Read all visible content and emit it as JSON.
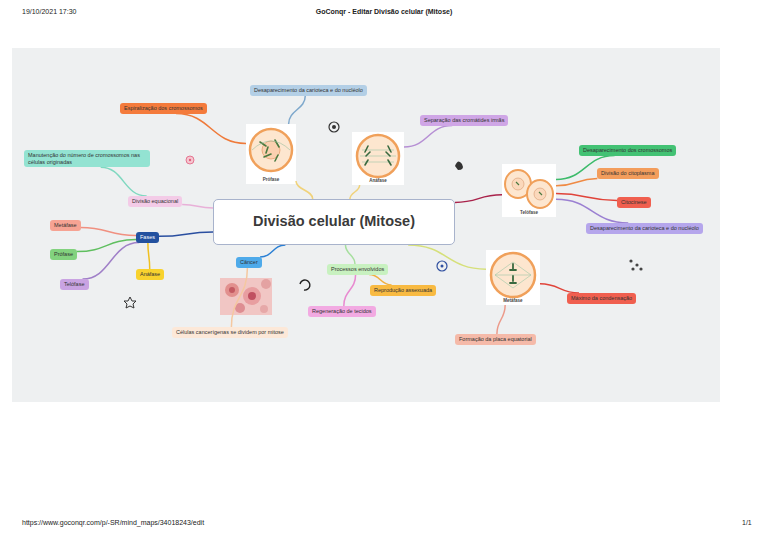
{
  "diagram": {
    "nodes": [
      {
        "text": [
          "Espiralização dos cromossomos"
        ]
      },
      {
        "text": [
          "Desaparecimento da carioteca e do nucléolo"
        ]
      },
      {
        "text": [
          "Prófase"
        ]
      },
      {
        "text": [
          "Anáfase"
        ]
      },
      {
        "text": [
          "Separação das cromátides irmãs"
        ]
      },
      {
        "text": [
          "Manutenção do número de cromossomos nas células originadas"
        ]
      },
      {
        "text": [
          "Desaparecimento dos cromossomos"
        ]
      },
      {
        "text": [
          "Divisão do citoplasma"
        ]
      },
      {
        "text": [
          "Telófase"
        ]
      },
      {
        "text": [
          "Divisão equacional"
        ]
      },
      {
        "text": [
          "Citocinese"
        ]
      },
      {
        "text": [
          "Divisão celular (Mitose)"
        ]
      },
      {
        "text": [
          "Metáfase"
        ]
      },
      {
        "text": [
          "Desaparecimento da carioteca e do nucléolo"
        ]
      },
      {
        "text": [
          "Fases"
        ]
      },
      {
        "text": [
          "Câncer"
        ]
      },
      {
        "text": [
          "Processos envolvidos"
        ]
      },
      {
        "text": [
          "Prófase"
        ]
      },
      {
        "text": [
          "Metáfase"
        ]
      },
      {
        "text": [
          "Anáfase"
        ]
      },
      {
        "text": [
          "Reprodução assexuada"
        ]
      },
      {
        "text": [
          "Telófase"
        ]
      },
      {
        "text": [
          "Máximo da condensação"
        ]
      },
      {
        "text": [
          "Regeneração de tecidos"
        ]
      },
      {
        "text": [
          "Células cancerígenas se dividem por mitose"
        ]
      },
      {
        "text": [
          "Formação da placa equatorial"
        ]
      }
    ],
    "edges": [
      {
        "from": 11,
        "to": 2,
        "arrow": "none"
      },
      {
        "from": 2,
        "to": 0,
        "arrow": "none"
      },
      {
        "from": 2,
        "to": 1,
        "arrow": "none"
      },
      {
        "from": 11,
        "to": 3,
        "arrow": "none"
      },
      {
        "from": 3,
        "to": 4,
        "arrow": "none"
      },
      {
        "from": 11,
        "to": 8,
        "arrow": "none"
      },
      {
        "from": 8,
        "to": 6,
        "arrow": "none"
      },
      {
        "from": 8,
        "to": 7,
        "arrow": "none"
      },
      {
        "from": 8,
        "to": 10,
        "arrow": "none"
      },
      {
        "from": 8,
        "to": 13,
        "arrow": "none"
      },
      {
        "from": 11,
        "to": 18,
        "arrow": "none"
      },
      {
        "from": 18,
        "to": 22,
        "arrow": "none"
      },
      {
        "from": 18,
        "to": 25,
        "arrow": "none"
      },
      {
        "from": 11,
        "to": 16,
        "arrow": "none"
      },
      {
        "from": 16,
        "to": 20,
        "arrow": "none"
      },
      {
        "from": 16,
        "to": 23,
        "arrow": "none"
      },
      {
        "from": 11,
        "to": 15,
        "arrow": "none"
      },
      {
        "from": 15,
        "to": 24,
        "arrow": "none"
      },
      {
        "from": 11,
        "to": 9,
        "arrow": "none"
      },
      {
        "from": 9,
        "to": 5,
        "arrow": "none"
      },
      {
        "from": 11,
        "to": 14,
        "arrow": "none"
      },
      {
        "from": 14,
        "to": 12,
        "arrow": "none"
      },
      {
        "from": 14,
        "to": 17,
        "arrow": "none"
      },
      {
        "from": 14,
        "to": 21,
        "arrow": "none"
      },
      {
        "from": 14,
        "to": 19,
        "arrow": "none"
      }
    ],
    "labels": [
      "19/10/2021 17:30",
      "GoConqr - Editar Divisão celular (Mitose)",
      "https://www.goconqr.com/p/-SR/mind_maps/34018243/edit",
      "1/1"
    ]
  }
}
